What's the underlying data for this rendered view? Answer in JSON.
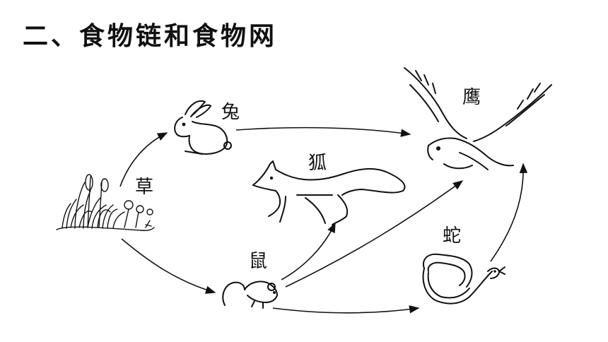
{
  "title": "二、食物链和食物网",
  "organisms": {
    "grass": "草",
    "rabbit": "兔",
    "fox": "狐",
    "mouse": "鼠",
    "snake": "蛇",
    "hawk": "鹰"
  },
  "food_chains": [
    {
      "from": "草",
      "to": "兔"
    },
    {
      "from": "草",
      "to": "鼠"
    },
    {
      "from": "兔",
      "to": "鹰"
    },
    {
      "from": "鼠",
      "to": "狐"
    },
    {
      "from": "鼠",
      "to": "鹰"
    },
    {
      "from": "鼠",
      "to": "蛇"
    },
    {
      "from": "蛇",
      "to": "鹰"
    }
  ]
}
